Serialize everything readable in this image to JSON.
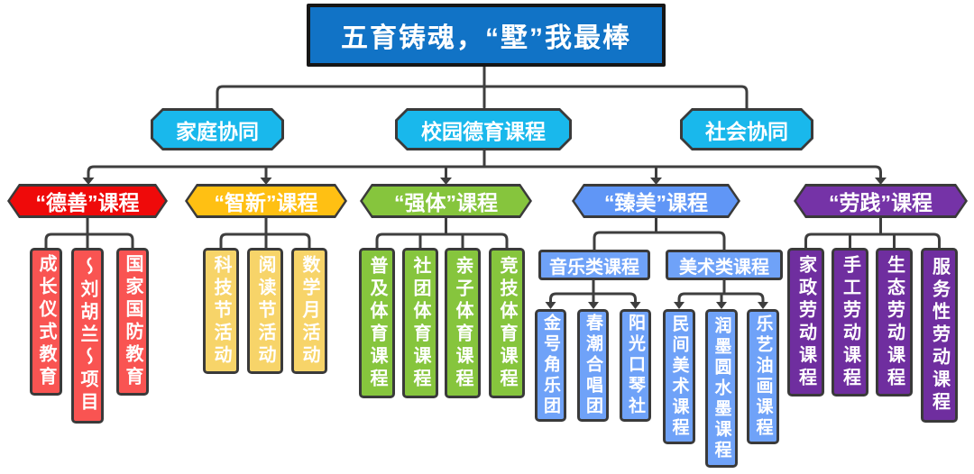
{
  "palette": {
    "line": "#3E3E3E",
    "root_blue": "#1173C6",
    "cyan": "#19B8EC",
    "red": "#EF0A0A",
    "red_light": "#F95452",
    "gold": "#FFC013",
    "gold_light": "#F7D469",
    "green": "#86C53D",
    "blue": "#6096F6",
    "blue_light": "#6FA2F8",
    "purple": "#7533A7",
    "purple_dark": "#6F2E9F"
  },
  "root": {
    "label": "五育铸魂，“墅”我最棒"
  },
  "level2": [
    {
      "label": "家庭协同"
    },
    {
      "label": "校园德育课程"
    },
    {
      "label": "社会协同"
    }
  ],
  "branches": [
    {
      "label": "“德善”课程",
      "items": [
        "成长仪式教育",
        "～刘胡兰～项目",
        "国家国防教育"
      ]
    },
    {
      "label": "“智新”课程",
      "items": [
        "科技节活动",
        "阅读节活动",
        "数学月活动"
      ]
    },
    {
      "label": "“强体”课程",
      "items": [
        "普及体育课程",
        "社团体育课程",
        "亲子体育课程",
        "竞技体育课程"
      ]
    },
    {
      "label": "“臻美”课程",
      "groups": [
        {
          "label": "音乐类课程",
          "items": [
            "金号角乐团",
            "春潮合唱团",
            "阳光口琴社"
          ]
        },
        {
          "label": "美术类课程",
          "items": [
            "民间美术课程",
            "润墨圆水墨课程",
            "乐艺油画课程"
          ]
        }
      ]
    },
    {
      "label": "“劳践”课程",
      "items": [
        "家政劳动课程",
        "手工劳动课程",
        "生态劳动课程",
        "服务性劳动课程"
      ]
    }
  ]
}
